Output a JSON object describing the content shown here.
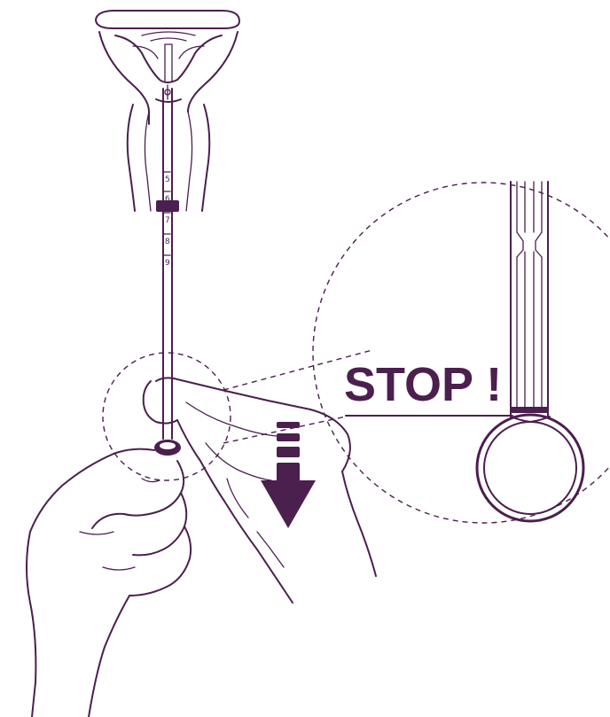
{
  "colors": {
    "ink": "#4b1f4e",
    "background": "#ffffff"
  },
  "labels": {
    "callout": "STOP !"
  },
  "scale_marks": [
    "5",
    "6",
    "7",
    "8",
    "9"
  ],
  "icons": {
    "uterus": "uterus-icon",
    "inserter": "inserter-tube-icon",
    "flange": "depth-flange-icon",
    "hands": "hands-icon",
    "arrow": "arrow-down-icon",
    "magnifier": "zoom-circle-icon",
    "ring": "ring-handle-icon"
  }
}
